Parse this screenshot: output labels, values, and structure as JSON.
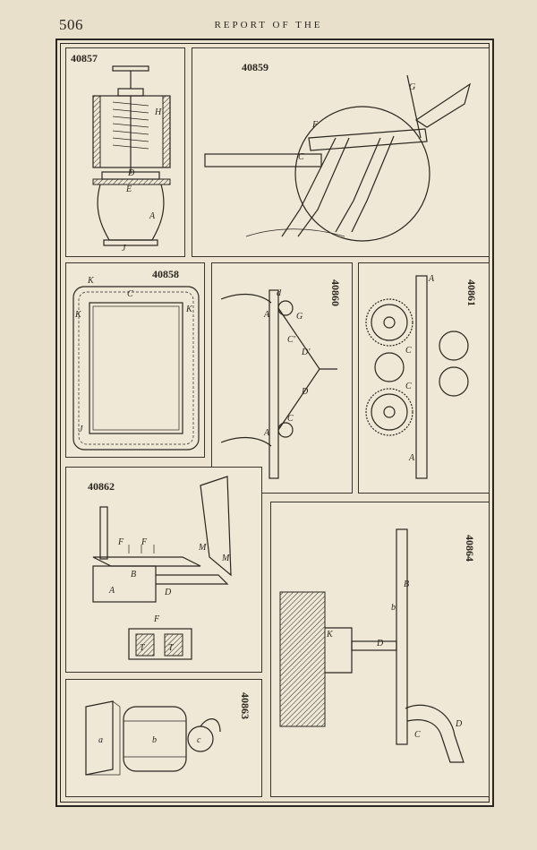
{
  "header": {
    "page_number": "506",
    "running_head": "REPORT OF THE"
  },
  "figures": [
    {
      "number": "40857",
      "labels": [
        "H",
        "D",
        "E",
        "A",
        "J"
      ]
    },
    {
      "number": "40859",
      "labels": [
        "G",
        "F",
        "C"
      ]
    },
    {
      "number": "40858",
      "labels": [
        "K",
        "C",
        "K",
        "K",
        "J"
      ]
    },
    {
      "number": "40860",
      "labels": [
        "d",
        "A",
        "G",
        "C'",
        "D'",
        "D",
        "C",
        "A"
      ]
    },
    {
      "number": "40861",
      "labels": [
        "A",
        "C",
        "C",
        "A"
      ]
    },
    {
      "number": "40862",
      "labels": [
        "F",
        "F",
        "B",
        "A",
        "D",
        "M",
        "M",
        "F",
        "T",
        "T"
      ]
    },
    {
      "number": "40864",
      "labels": [
        "B",
        "b",
        "D",
        "K",
        "C",
        "D"
      ]
    },
    {
      "number": "40863",
      "labels": [
        "a",
        "b",
        "c"
      ]
    }
  ]
}
